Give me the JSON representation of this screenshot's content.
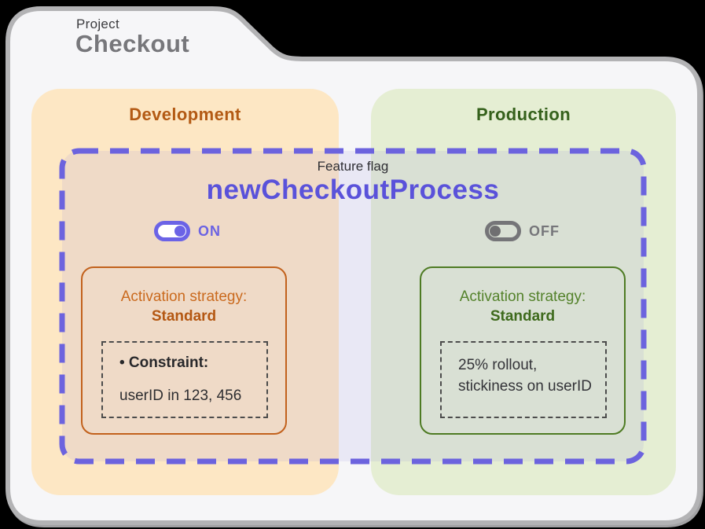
{
  "project": {
    "label": "Project",
    "name": "Checkout"
  },
  "feature_flag": {
    "label": "Feature flag",
    "name": "newCheckoutProcess",
    "accent_color": "#5a52da",
    "border_color": "#6c63de"
  },
  "environments": {
    "development": {
      "name": "Development",
      "header_color": "#b35a14",
      "background_color": "#fde7c4",
      "toggle": {
        "state": "ON",
        "enabled": true,
        "color": "#6b63e6"
      },
      "strategy": {
        "heading": "Activation strategy:",
        "type": "Standard",
        "border_color": "#c2611c",
        "constraint_label": "• Constraint:",
        "constraint_value": "userID in 123, 456"
      }
    },
    "production": {
      "name": "Production",
      "header_color": "#35611b",
      "background_color": "#e5eed3",
      "toggle": {
        "state": "OFF",
        "enabled": false,
        "color": "#757578"
      },
      "strategy": {
        "heading": "Activation strategy:",
        "type": "Standard",
        "border_color": "#4e7b23",
        "rollout_line_1": "25% rollout,",
        "rollout_line_2": "stickiness on userID"
      }
    }
  }
}
